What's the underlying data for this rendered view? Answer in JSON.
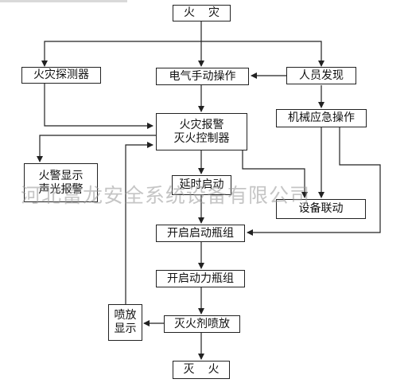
{
  "nodes": {
    "fire": "火 灾",
    "detector": "火灾探测器",
    "manual_electric": "电气手动操作",
    "person_found": "人员发现",
    "controller_line1": "火灾报警",
    "controller_line2": "灭火控制器",
    "mechanical_emergency": "机械应急操作",
    "alarm_line1": "火警显示",
    "alarm_line2": "声光报警",
    "delay_start": "延时启动",
    "equipment_linkage": "设备联动",
    "open_start_cylinders": "开启启动瓶组",
    "open_power_cylinders": "开启动力瓶组",
    "spray_display_line1": "喷放",
    "spray_display_line2": "显示",
    "agent_spray": "灭火剂喷放",
    "extinguished": "灭 火"
  },
  "watermark": "河北富龙安全系统设备有限公司",
  "colors": {
    "line": "#222222",
    "box_border": "#222222",
    "background": "#ffffff",
    "watermark": "#969696"
  }
}
